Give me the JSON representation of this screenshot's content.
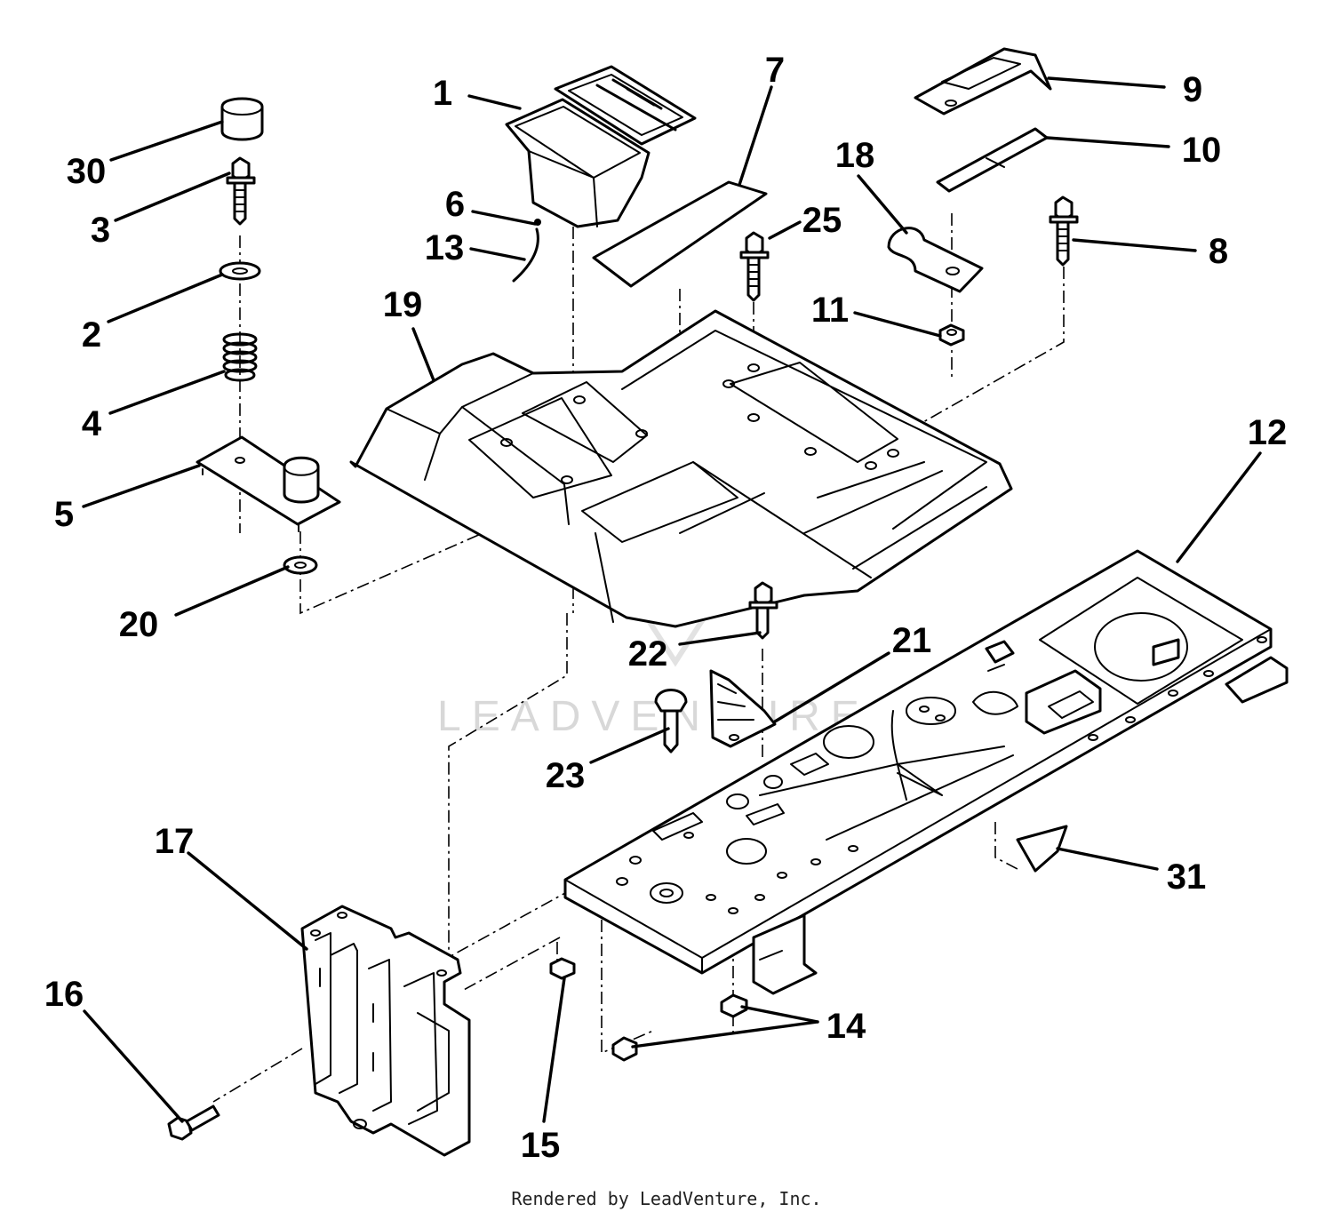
{
  "watermark": "LEADVENTURE",
  "footer": "Rendered by LeadVenture, Inc.",
  "callouts": [
    "1",
    "2",
    "3",
    "4",
    "5",
    "6",
    "7",
    "8",
    "9",
    "10",
    "11",
    "12",
    "13",
    "14",
    "15",
    "16",
    "17",
    "18",
    "19",
    "20",
    "21",
    "22",
    "23",
    "25",
    "30",
    "31"
  ]
}
